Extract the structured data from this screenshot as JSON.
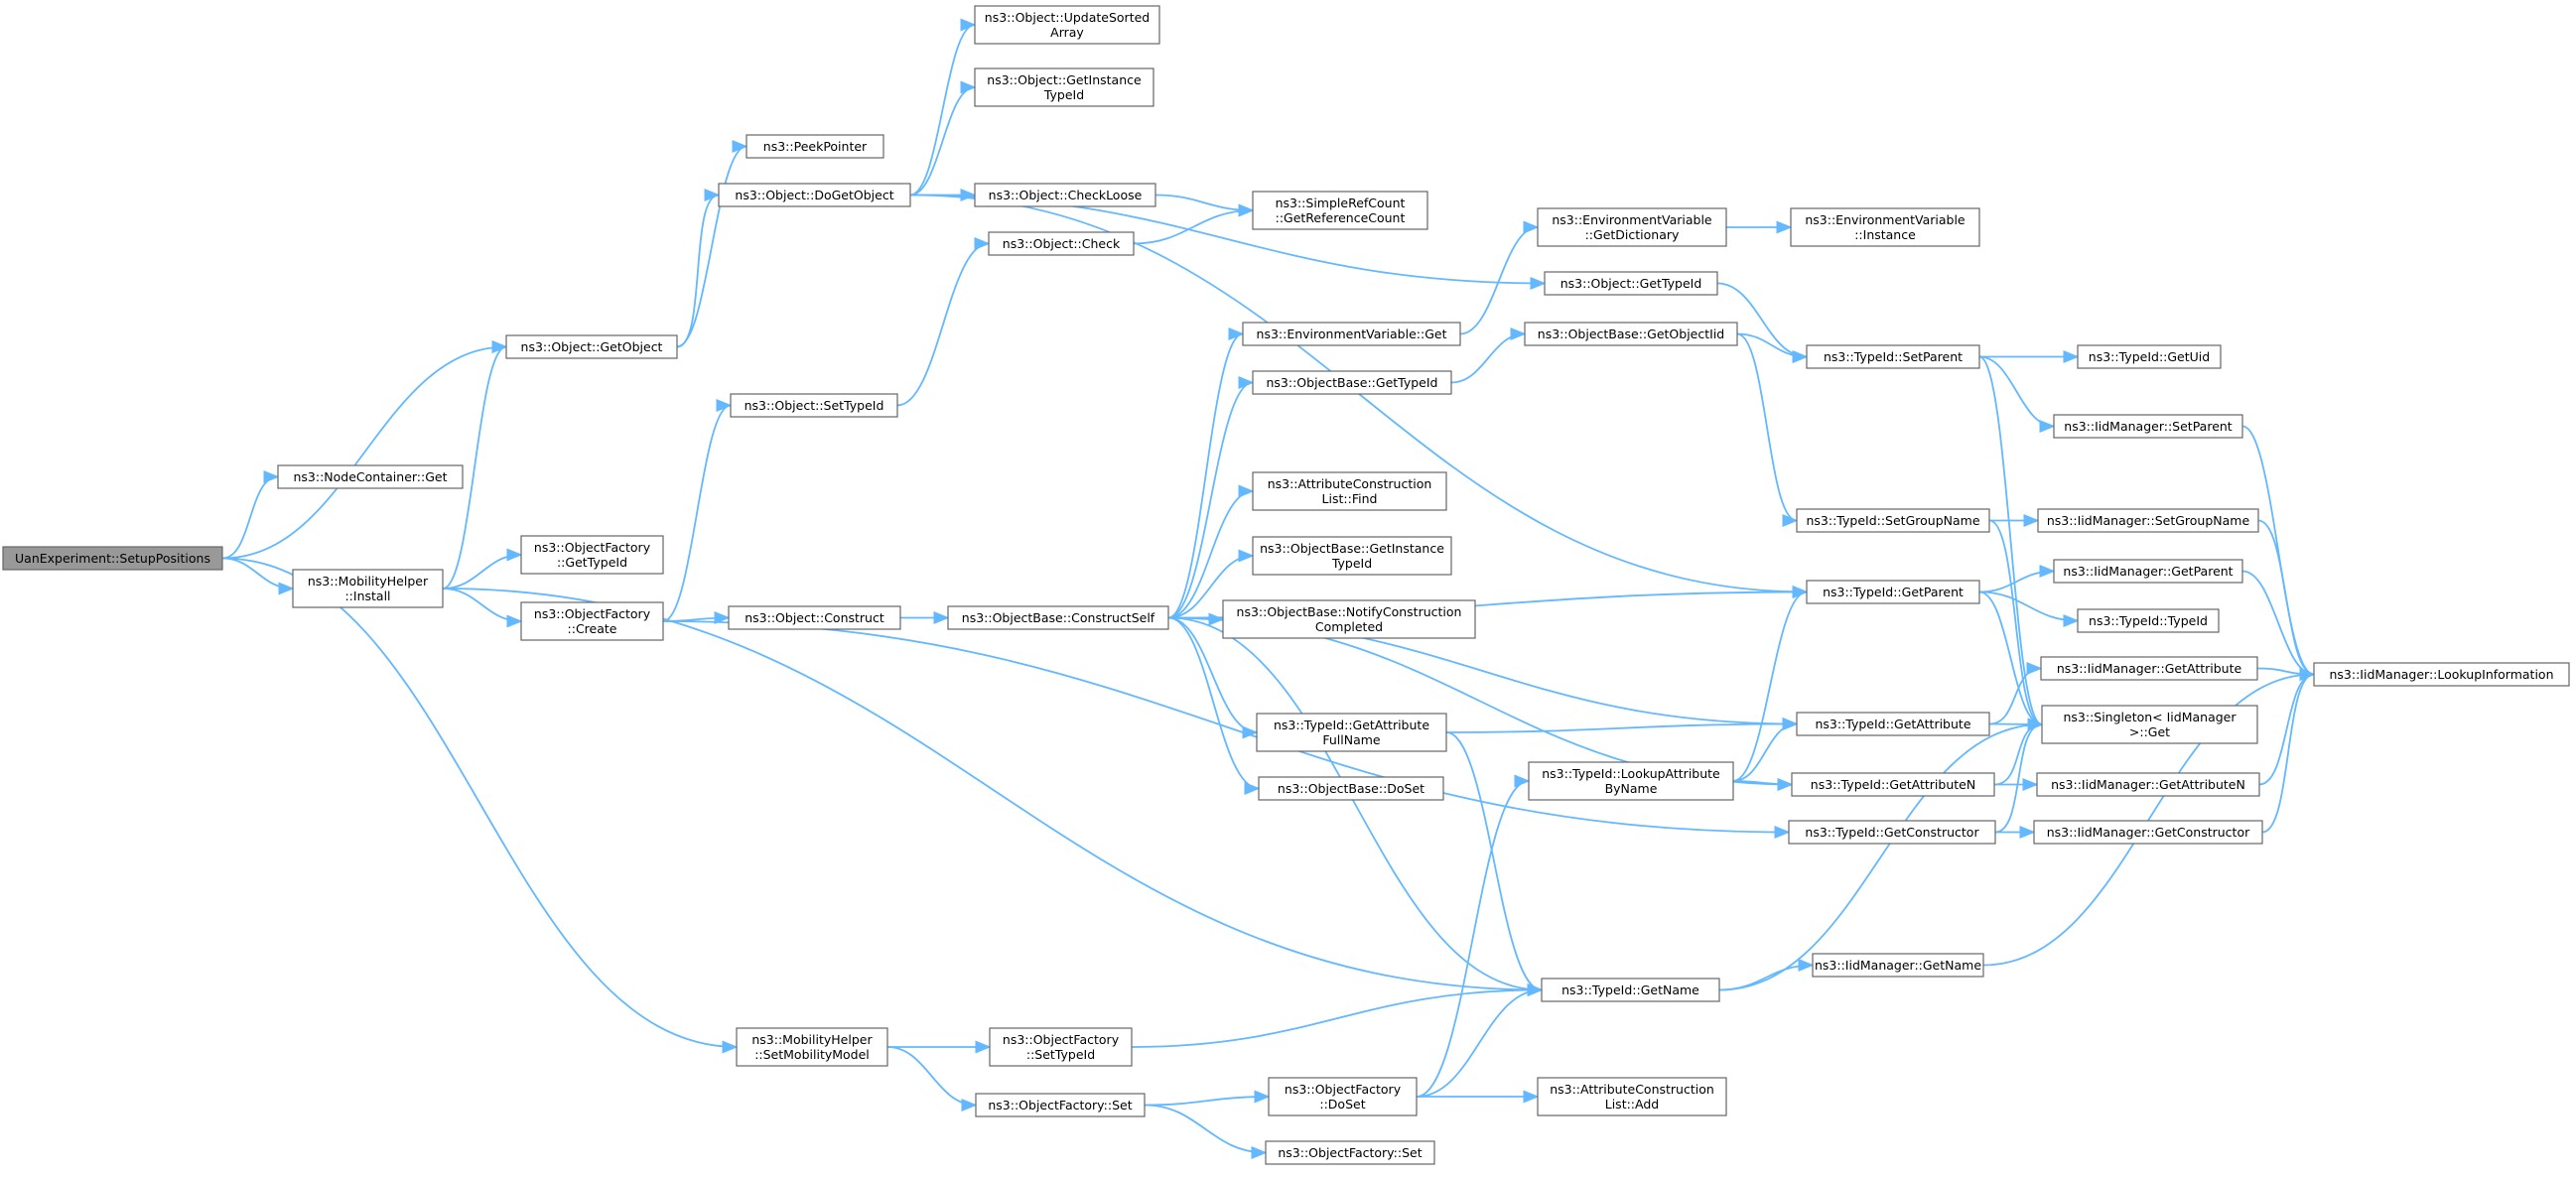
{
  "graph": {
    "colors": {
      "edge": "#63b8ff",
      "node_border": "#666666",
      "node_fill": "#ffffff",
      "root_fill": "#999999",
      "text": "#000000"
    },
    "nodes": [
      {
        "id": "root",
        "lines": [
          "UanExperiment::SetupPositions"
        ],
        "root": true
      },
      {
        "id": "nodecontainer_get",
        "lines": [
          "ns3::NodeContainer::Get"
        ]
      },
      {
        "id": "object_getobject",
        "lines": [
          "ns3::Object::GetObject"
        ]
      },
      {
        "id": "peekpointer",
        "lines": [
          "ns3::PeekPointer"
        ]
      },
      {
        "id": "object_dogetobject",
        "lines": [
          "ns3::Object::DoGetObject"
        ]
      },
      {
        "id": "object_updatesortedarray",
        "lines": [
          "ns3::Object::UpdateSorted",
          "Array"
        ]
      },
      {
        "id": "object_getinstancetypeid",
        "lines": [
          "ns3::Object::GetInstance",
          "TypeId"
        ]
      },
      {
        "id": "object_checkloose",
        "lines": [
          "ns3::Object::CheckLoose"
        ]
      },
      {
        "id": "simplerefcount_getreferencecount",
        "lines": [
          "ns3::SimpleRefCount",
          "::GetReferenceCount"
        ]
      },
      {
        "id": "object_check",
        "lines": [
          "ns3::Object::Check"
        ]
      },
      {
        "id": "object_settypeid",
        "lines": [
          "ns3::Object::SetTypeId"
        ]
      },
      {
        "id": "mobilityhelper_install",
        "lines": [
          "ns3::MobilityHelper",
          "::Install"
        ]
      },
      {
        "id": "objectfactory_gettypeid",
        "lines": [
          "ns3::ObjectFactory",
          "::GetTypeId"
        ]
      },
      {
        "id": "objectfactory_create",
        "lines": [
          "ns3::ObjectFactory",
          "::Create"
        ]
      },
      {
        "id": "object_construct",
        "lines": [
          "ns3::Object::Construct"
        ]
      },
      {
        "id": "objectbase_constructself",
        "lines": [
          "ns3::ObjectBase::ConstructSelf"
        ]
      },
      {
        "id": "envvar_get",
        "lines": [
          "ns3::EnvironmentVariable::Get"
        ]
      },
      {
        "id": "envvar_getdictionary",
        "lines": [
          "ns3::EnvironmentVariable",
          "::GetDictionary"
        ]
      },
      {
        "id": "envvar_instance",
        "lines": [
          "ns3::EnvironmentVariable",
          "::Instance"
        ]
      },
      {
        "id": "object_gettypeid",
        "lines": [
          "ns3::Object::GetTypeId"
        ]
      },
      {
        "id": "objectbase_gettypeid",
        "lines": [
          "ns3::ObjectBase::GetTypeId"
        ]
      },
      {
        "id": "objectbase_getobjectiid",
        "lines": [
          "ns3::ObjectBase::GetObjectIid"
        ]
      },
      {
        "id": "typeid_setparent",
        "lines": [
          "ns3::TypeId::SetParent"
        ]
      },
      {
        "id": "typeid_getuid",
        "lines": [
          "ns3::TypeId::GetUid"
        ]
      },
      {
        "id": "iidmanager_setparent",
        "lines": [
          "ns3::IidManager::SetParent"
        ]
      },
      {
        "id": "attrconstruction_find",
        "lines": [
          "ns3::AttributeConstruction",
          "List::Find"
        ]
      },
      {
        "id": "objectbase_getinstancetypeid",
        "lines": [
          "ns3::ObjectBase::GetInstance",
          "TypeId"
        ]
      },
      {
        "id": "objectbase_notifyconstructioncompleted",
        "lines": [
          "ns3::ObjectBase::NotifyConstruction",
          "Completed"
        ]
      },
      {
        "id": "typeid_setgroupname",
        "lines": [
          "ns3::TypeId::SetGroupName"
        ]
      },
      {
        "id": "iidmanager_setgroupname",
        "lines": [
          "ns3::IidManager::SetGroupName"
        ]
      },
      {
        "id": "typeid_getparent",
        "lines": [
          "ns3::TypeId::GetParent"
        ]
      },
      {
        "id": "iidmanager_getparent",
        "lines": [
          "ns3::IidManager::GetParent"
        ]
      },
      {
        "id": "typeid_typeid",
        "lines": [
          "ns3::TypeId::TypeId"
        ]
      },
      {
        "id": "iidmanager_lookupinformation",
        "lines": [
          "ns3::IidManager::LookupInformation"
        ]
      },
      {
        "id": "iidmanager_getattribute",
        "lines": [
          "ns3::IidManager::GetAttribute"
        ]
      },
      {
        "id": "typeid_getattribute",
        "lines": [
          "ns3::TypeId::GetAttribute"
        ]
      },
      {
        "id": "singleton_get",
        "lines": [
          "ns3::Singleton< IidManager",
          " >::Get"
        ]
      },
      {
        "id": "typeid_getattributefullname",
        "lines": [
          "ns3::TypeId::GetAttribute",
          "FullName"
        ]
      },
      {
        "id": "typeid_lookupattributebyname",
        "lines": [
          "ns3::TypeId::LookupAttribute",
          "ByName"
        ]
      },
      {
        "id": "typeid_getattributen",
        "lines": [
          "ns3::TypeId::GetAttributeN"
        ]
      },
      {
        "id": "iidmanager_getattributen",
        "lines": [
          "ns3::IidManager::GetAttributeN"
        ]
      },
      {
        "id": "objectbase_doset",
        "lines": [
          "ns3::ObjectBase::DoSet"
        ]
      },
      {
        "id": "typeid_getconstructor",
        "lines": [
          "ns3::TypeId::GetConstructor"
        ]
      },
      {
        "id": "iidmanager_getconstructor",
        "lines": [
          "ns3::IidManager::GetConstructor"
        ]
      },
      {
        "id": "typeid_getname",
        "lines": [
          "ns3::TypeId::GetName"
        ]
      },
      {
        "id": "iidmanager_getname",
        "lines": [
          "ns3::IidManager::GetName"
        ]
      },
      {
        "id": "mobilityhelper_setmobilitymodel",
        "lines": [
          "ns3::MobilityHelper",
          "::SetMobilityModel"
        ]
      },
      {
        "id": "objectfactory_settypeid",
        "lines": [
          "ns3::ObjectFactory",
          "::SetTypeId"
        ]
      },
      {
        "id": "objectfactory_set",
        "lines": [
          "ns3::ObjectFactory::Set"
        ]
      },
      {
        "id": "objectfactory_doset",
        "lines": [
          "ns3::ObjectFactory",
          "::DoSet"
        ]
      },
      {
        "id": "attrconstruction_add",
        "lines": [
          "ns3::AttributeConstruction",
          "List::Add"
        ]
      },
      {
        "id": "objectfactory_set2",
        "lines": [
          "ns3::ObjectFactory::Set"
        ]
      }
    ],
    "edges": [
      [
        "root",
        "nodecontainer_get"
      ],
      [
        "root",
        "object_getobject"
      ],
      [
        "root",
        "mobilityhelper_install"
      ],
      [
        "root",
        "mobilityhelper_setmobilitymodel"
      ],
      [
        "object_getobject",
        "peekpointer"
      ],
      [
        "object_getobject",
        "object_dogetobject"
      ],
      [
        "object_dogetobject",
        "object_updatesortedarray"
      ],
      [
        "object_dogetobject",
        "object_getinstancetypeid"
      ],
      [
        "object_dogetobject",
        "object_checkloose"
      ],
      [
        "object_dogetobject",
        "object_gettypeid"
      ],
      [
        "object_dogetobject",
        "typeid_getparent"
      ],
      [
        "object_checkloose",
        "simplerefcount_getreferencecount"
      ],
      [
        "object_check",
        "simplerefcount_getreferencecount"
      ],
      [
        "object_settypeid",
        "object_check"
      ],
      [
        "mobilityhelper_install",
        "object_getobject"
      ],
      [
        "mobilityhelper_install",
        "objectfactory_gettypeid"
      ],
      [
        "mobilityhelper_install",
        "objectfactory_create"
      ],
      [
        "mobilityhelper_install",
        "typeid_getname"
      ],
      [
        "objectfactory_create",
        "object_settypeid"
      ],
      [
        "objectfactory_create",
        "object_construct"
      ],
      [
        "objectfactory_create",
        "typeid_getconstructor"
      ],
      [
        "object_construct",
        "objectbase_constructself"
      ],
      [
        "objectbase_constructself",
        "envvar_get"
      ],
      [
        "objectbase_constructself",
        "objectbase_gettypeid"
      ],
      [
        "objectbase_constructself",
        "typeid_getparent"
      ],
      [
        "objectbase_constructself",
        "attrconstruction_find"
      ],
      [
        "objectbase_constructself",
        "objectbase_getinstancetypeid"
      ],
      [
        "objectbase_constructself",
        "objectbase_notifyconstructioncompleted"
      ],
      [
        "objectbase_constructself",
        "typeid_getattribute"
      ],
      [
        "objectbase_constructself",
        "typeid_getattributefullname"
      ],
      [
        "objectbase_constructself",
        "objectbase_doset"
      ],
      [
        "objectbase_constructself",
        "typeid_getattributen"
      ],
      [
        "objectbase_constructself",
        "typeid_getname"
      ],
      [
        "envvar_get",
        "envvar_getdictionary"
      ],
      [
        "envvar_getdictionary",
        "envvar_instance"
      ],
      [
        "object_gettypeid",
        "typeid_setparent"
      ],
      [
        "objectbase_gettypeid",
        "objectbase_getobjectiid"
      ],
      [
        "objectbase_getobjectiid",
        "typeid_setparent"
      ],
      [
        "objectbase_getobjectiid",
        "typeid_setgroupname"
      ],
      [
        "typeid_setparent",
        "typeid_getuid"
      ],
      [
        "typeid_setparent",
        "iidmanager_setparent"
      ],
      [
        "typeid_setparent",
        "singleton_get"
      ],
      [
        "iidmanager_setparent",
        "iidmanager_lookupinformation"
      ],
      [
        "typeid_setgroupname",
        "iidmanager_setgroupname"
      ],
      [
        "typeid_setgroupname",
        "singleton_get"
      ],
      [
        "iidmanager_setgroupname",
        "iidmanager_lookupinformation"
      ],
      [
        "typeid_getparent",
        "iidmanager_getparent"
      ],
      [
        "typeid_getparent",
        "typeid_typeid"
      ],
      [
        "typeid_getparent",
        "singleton_get"
      ],
      [
        "iidmanager_getparent",
        "iidmanager_lookupinformation"
      ],
      [
        "typeid_getattribute",
        "iidmanager_getattribute"
      ],
      [
        "typeid_getattribute",
        "singleton_get"
      ],
      [
        "iidmanager_getattribute",
        "iidmanager_lookupinformation"
      ],
      [
        "typeid_getattributefullname",
        "typeid_getattribute"
      ],
      [
        "typeid_getattributefullname",
        "typeid_getname"
      ],
      [
        "typeid_lookupattributebyname",
        "typeid_getparent"
      ],
      [
        "typeid_lookupattributebyname",
        "typeid_getattribute"
      ],
      [
        "typeid_lookupattributebyname",
        "typeid_getattributen"
      ],
      [
        "typeid_getattributen",
        "iidmanager_getattributen"
      ],
      [
        "typeid_getattributen",
        "singleton_get"
      ],
      [
        "iidmanager_getattributen",
        "iidmanager_lookupinformation"
      ],
      [
        "typeid_getconstructor",
        "iidmanager_getconstructor"
      ],
      [
        "typeid_getconstructor",
        "singleton_get"
      ],
      [
        "iidmanager_getconstructor",
        "iidmanager_lookupinformation"
      ],
      [
        "typeid_getname",
        "iidmanager_getname"
      ],
      [
        "typeid_getname",
        "singleton_get"
      ],
      [
        "iidmanager_getname",
        "iidmanager_lookupinformation"
      ],
      [
        "mobilityhelper_setmobilitymodel",
        "objectfactory_settypeid"
      ],
      [
        "mobilityhelper_setmobilitymodel",
        "objectfactory_set"
      ],
      [
        "objectfactory_settypeid",
        "typeid_getname"
      ],
      [
        "objectfactory_set",
        "objectfactory_doset"
      ],
      [
        "objectfactory_set",
        "objectfactory_set2"
      ],
      [
        "objectfactory_doset",
        "typeid_lookupattributebyname"
      ],
      [
        "objectfactory_doset",
        "typeid_getname"
      ],
      [
        "objectfactory_doset",
        "attrconstruction_add"
      ]
    ]
  }
}
